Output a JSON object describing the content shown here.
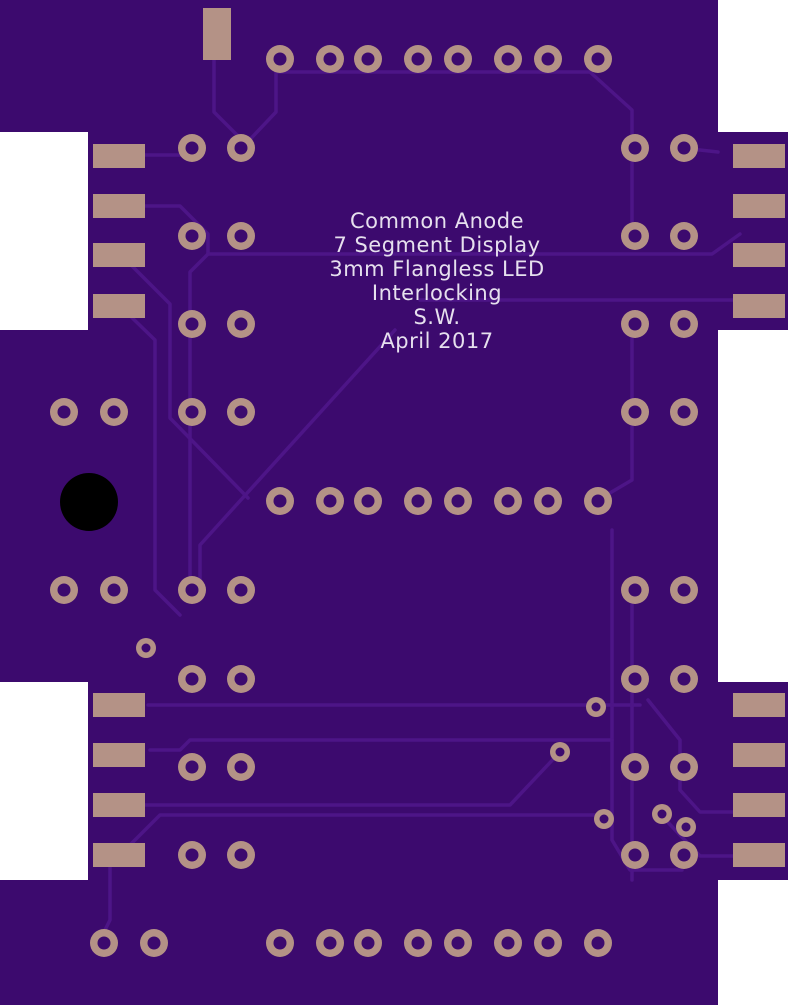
{
  "board": {
    "silkscreen_lines": [
      "Common Anode",
      "7 Segment Display",
      "3mm Flangless LED",
      "Interlocking",
      "S.W.",
      "April 2017"
    ]
  },
  "colors": {
    "substrate": "#3c0a6e",
    "trace": "#4d1587",
    "pad": "#b49286",
    "hole": "#3c0a6e",
    "drill": "#000000",
    "silkscreen": "#e6e0ee",
    "background": "#ffffff"
  },
  "icons": {
    "mounting_hole": "mounting-hole-icon"
  }
}
